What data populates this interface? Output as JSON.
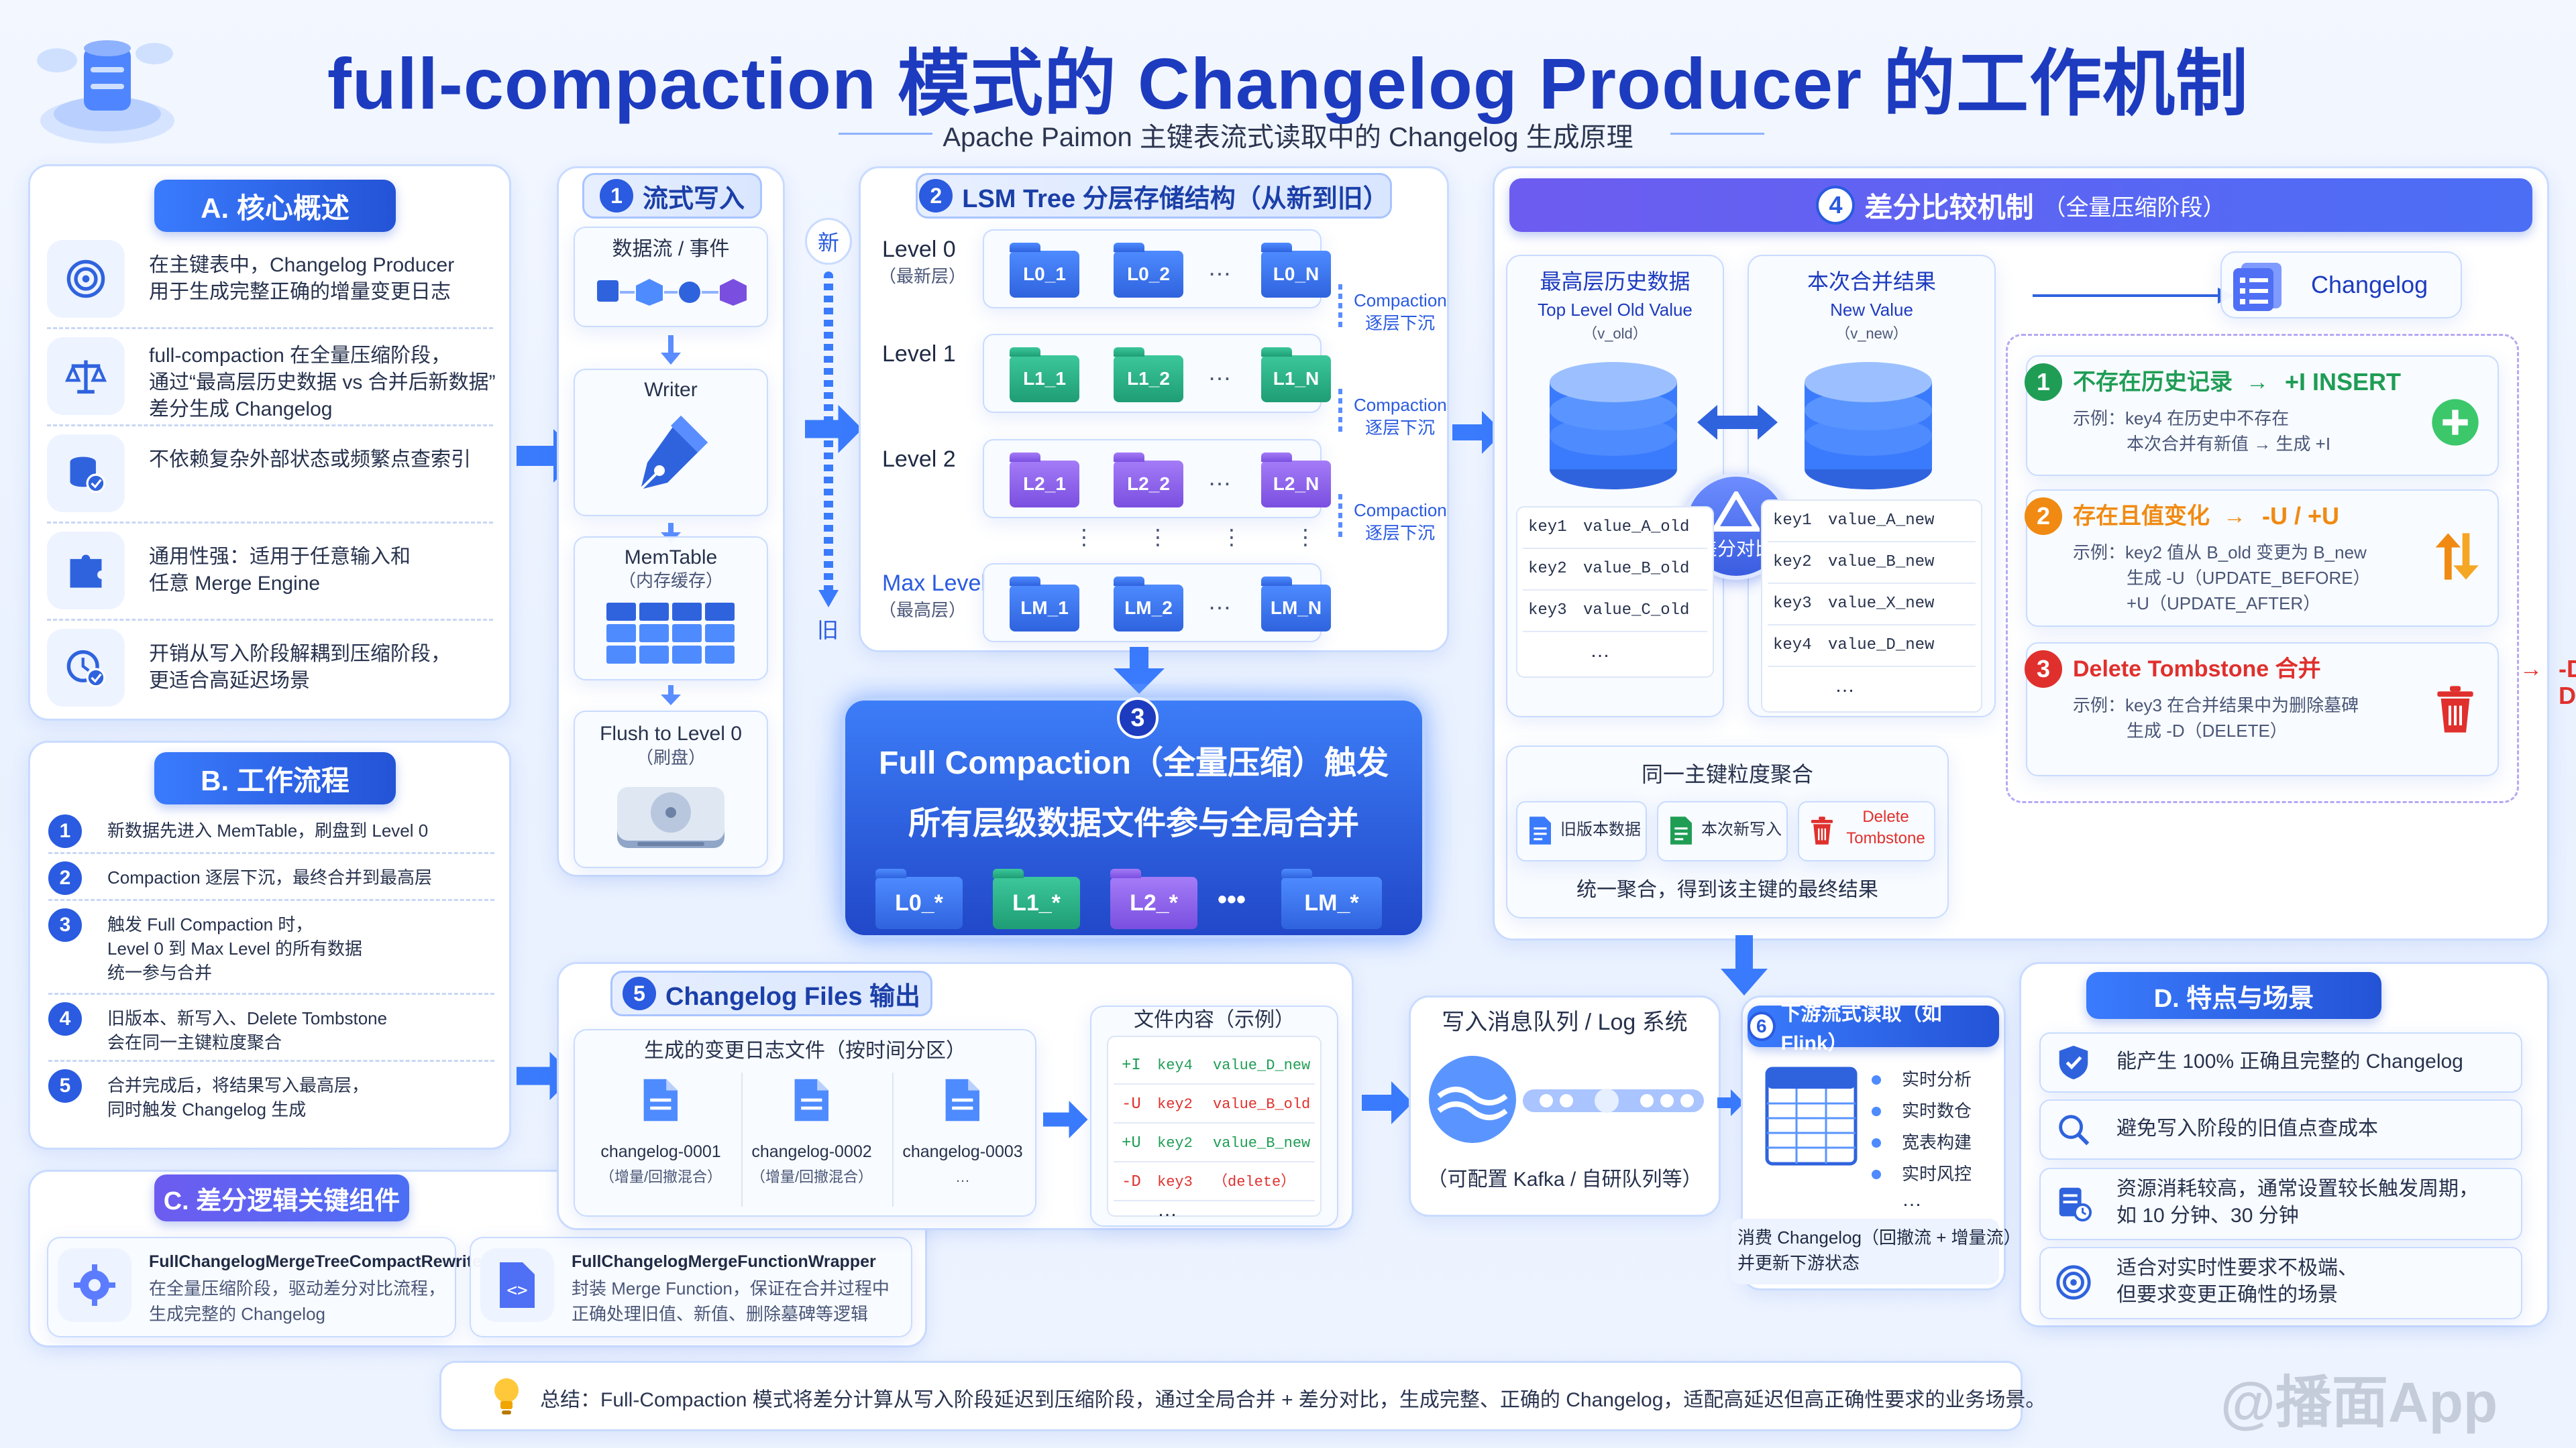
{
  "header": {
    "title": "full-compaction 模式的 Changelog Producer 的工作机制",
    "subtitle": "Apache Paimon 主键表流式读取中的 Changelog 生成原理"
  },
  "sectionA": {
    "title": "A. 核心概述",
    "items": [
      {
        "icon": "target-icon",
        "l1": "在主键表中，Changelog Producer",
        "l2": "用于生成完整正确的增量变更日志"
      },
      {
        "icon": "scale-icon",
        "l1": "full-compaction 在全量压缩阶段，",
        "l2": "通过“最高层历史数据 vs 合并后新数据”",
        "l3": "差分生成 Changelog"
      },
      {
        "icon": "database-check-icon",
        "l1": "不依赖复杂外部状态或频繁点查索引"
      },
      {
        "icon": "puzzle-icon",
        "l1": "通用性强：适用于任意输入和",
        "l2": "任意 Merge Engine"
      },
      {
        "icon": "clock-check-icon",
        "l1": "开销从写入阶段解耦到压缩阶段，",
        "l2": "更适合高延迟场景"
      }
    ]
  },
  "sectionB": {
    "title": "B. 工作流程",
    "steps": [
      {
        "n": "1",
        "l1": "新数据先进入 MemTable，刷盘到 Level 0"
      },
      {
        "n": "2",
        "l1": "Compaction 逐层下沉，最终合并到最高层"
      },
      {
        "n": "3",
        "l1": "触发 Full Compaction 时，",
        "l2": "Level 0 到 Max Level 的所有数据",
        "l3": "统一参与合并"
      },
      {
        "n": "4",
        "l1": "旧版本、新写入、Delete Tombstone",
        "l2": "会在同一主键粒度聚合"
      },
      {
        "n": "5",
        "l1": "合并完成后，将结果写入最高层，",
        "l2": "同时触发 Changelog 生成"
      }
    ]
  },
  "sectionC": {
    "title": "C. 差分逻辑关键组件",
    "items": [
      {
        "name": "FullChangelogMergeTreeCompactRewriter",
        "l1": "在全量压缩阶段，驱动差分对比流程，",
        "l2": "生成完整的 Changelog"
      },
      {
        "name": "FullChangelogMergeFunctionWrapper",
        "l1": "封装 Merge Function，保证在合并过程中",
        "l2": "正确处理旧值、新值、删除墓碑等逻辑"
      }
    ]
  },
  "step1": {
    "num": "1",
    "title": "流式写入",
    "stream_label": "数据流 / 事件",
    "writer_label": "Writer",
    "memtable_label": "MemTable",
    "memtable_sub": "（内存缓存）",
    "flush_label": "Flush to Level 0",
    "flush_sub": "（刷盘）"
  },
  "timeline": {
    "top": "新",
    "bottom": "旧"
  },
  "step2": {
    "num": "2",
    "title": "LSM Tree 分层存储结构（从新到旧）",
    "levels": [
      {
        "name": "Level 0",
        "sub": "（最新层）",
        "files": [
          "L0_1",
          "L0_2",
          "L0_N"
        ],
        "color": "blue"
      },
      {
        "name": "Level 1",
        "sub": "",
        "files": [
          "L1_1",
          "L1_2",
          "L1_N"
        ],
        "color": "green"
      },
      {
        "name": "Level 2",
        "sub": "",
        "files": [
          "L2_1",
          "L2_2",
          "L2_N"
        ],
        "color": "purple"
      },
      {
        "name": "Max Level",
        "sub": "（最高层）",
        "files": [
          "LM_1",
          "LM_2",
          "LM_N"
        ],
        "color": "blue"
      }
    ],
    "ellipsis": "…",
    "compaction_label": "Compaction",
    "compaction_sub": "逐层下沉"
  },
  "step3": {
    "num": "3",
    "line1": "Full Compaction（全量压缩）触发",
    "line2": "所有层级数据文件参与全局合并",
    "files": [
      "L0_*",
      "L1_*",
      "L2_*",
      "LM_*"
    ],
    "ellipsis": "•••"
  },
  "step4": {
    "num": "4",
    "title": "差分比较机制",
    "title_sub": "（全量压缩阶段）",
    "old_title": "最高层历史数据",
    "old_sub1": "Top Level Old Value",
    "old_sub2": "（v_old）",
    "new_title": "本次合并结果",
    "new_sub1": "New Value",
    "new_sub2": "（v_new）",
    "diff_label": "差分对比",
    "old_rows": [
      [
        "key1",
        "value_A_old"
      ],
      [
        "key2",
        "value_B_old"
      ],
      [
        "key3",
        "value_C_old"
      ]
    ],
    "new_rows": [
      [
        "key1",
        "value_A_new"
      ],
      [
        "key2",
        "value_B_new"
      ],
      [
        "key3",
        "value_X_new"
      ],
      [
        "key4",
        "value_D_new"
      ]
    ],
    "more": "…",
    "changelog_label": "Changelog",
    "cases": [
      {
        "n": "1",
        "title": "不存在历史记录",
        "op": "+I INSERT",
        "ex1": "示例：key4 在历史中不存在",
        "ex2": "本次合并有新值 → 生成 +I",
        "color": "#1f9d55",
        "icon": "plus-circle-icon"
      },
      {
        "n": "2",
        "title": "存在且值变化",
        "op": "-U / +U",
        "ex1": "示例：key2 值从 B_old 变更为 B_new",
        "ex2": "生成 -U（UPDATE_BEFORE）",
        "ex3": "+U（UPDATE_AFTER）",
        "color": "#f08a12",
        "icon": "swap-arrows-icon"
      },
      {
        "n": "3",
        "title": "Delete Tombstone 合并",
        "op": "-D  DELETE",
        "ex1": "示例：key3 在合并结果中为删除墓碑",
        "ex2": "生成 -D（DELETE）",
        "color": "#e0302d",
        "icon": "trash-icon"
      }
    ],
    "arrow": "→",
    "agg_title": "同一主键粒度聚合",
    "agg_items": [
      {
        "label": "旧版本数据",
        "icon": "doc-blue-icon"
      },
      {
        "label": "本次新写入",
        "icon": "doc-green-icon"
      },
      {
        "label": "Delete Tombstone",
        "icon": "trash-red-icon"
      }
    ],
    "agg_note": "统一聚合，得到该主键的最终结果"
  },
  "step5": {
    "num": "5",
    "title": "Changelog Files 输出",
    "files_title": "生成的变更日志文件（按时间分区）",
    "files": [
      {
        "name": "changelog-0001",
        "sub": "（增量/回撤混合）"
      },
      {
        "name": "changelog-0002",
        "sub": "（增量/回撤混合）"
      },
      {
        "name": "changelog-0003",
        "sub": "…"
      }
    ],
    "content_title": "文件内容（示例）",
    "rows": [
      {
        "op": "+I",
        "key": "key4",
        "val": "value_D_new",
        "color": "#1f9d55"
      },
      {
        "op": "-U",
        "key": "key2",
        "val": "value_B_old",
        "color": "#e0302d"
      },
      {
        "op": "+U",
        "key": "key2",
        "val": "value_B_new",
        "color": "#1f9d55"
      },
      {
        "op": "-D",
        "key": "key3",
        "val": "（delete）",
        "color": "#e0302d"
      }
    ],
    "more": "…"
  },
  "mq": {
    "title": "写入消息队列 / Log 系统",
    "sub": "（可配置 Kafka / 自研队列等）"
  },
  "step6": {
    "num": "6",
    "title": "下游流式读取（如 Flink）",
    "items": [
      "实时分析",
      "实时数仓",
      "宽表构建",
      "实时风控"
    ],
    "more": "…",
    "note1": "消费 Changelog（回撤流 + 增量流）",
    "note2": "并更新下游状态"
  },
  "sectionD": {
    "title": "D. 特点与场景",
    "items": [
      {
        "icon": "shield-check-icon",
        "l1": "能产生 100% 正确且完整的 Changelog"
      },
      {
        "icon": "search-icon",
        "l1": "避免写入阶段的旧值点查成本"
      },
      {
        "icon": "resource-clock-icon",
        "l1": "资源消耗较高，通常设置较长触发周期，",
        "l2": "如 10 分钟、30 分钟"
      },
      {
        "icon": "target-icon",
        "l1": "适合对实时性要求不极端、",
        "l2": "但要求变更正确性的场景"
      }
    ]
  },
  "summary": {
    "text": "总结：Full-Compaction 模式将差分计算从写入阶段延迟到压缩阶段，通过全局合并 + 差分对比，生成完整、正确的 Changelog，适配高延迟但高正确性要求的业务场景。"
  },
  "watermark": "@播面App",
  "colors": {
    "primary": "#2a5be0",
    "accent": "#4b6ef5",
    "green": "#1f9d55",
    "orange": "#f08a12",
    "red": "#e0302d"
  }
}
